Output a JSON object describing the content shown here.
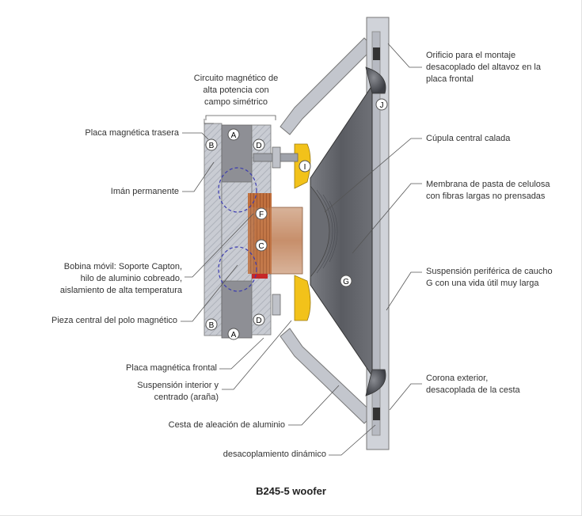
{
  "title": "B245-5 woofer",
  "labels": {
    "circuit": "Circuito magnético de\nalta potencia con\ncampo simétrico",
    "rear_plate": "Placa magnética trasera",
    "magnet": "Imán permanente",
    "coil": "Bobina móvil: Soporte Capton,\nhilo de aluminio cobreado,\naislamiento de alta temperatura",
    "pole": "Pieza central del polo magnético",
    "front_plate": "Placa magnética frontal",
    "spider": "Suspensión interior y\ncentrado (araña)",
    "basket": "Cesta de aleación de aluminio",
    "decoupling": "desacoplamiento dinámico",
    "mount_hole": "Orificio para el montaje\ndesacoplado del altavoz en la\nplaca frontal",
    "dome": "Cúpula central calada",
    "membrane": "Membrana de pasta de celulosa\ncon fibras largas no prensadas",
    "surround": "Suspensión periférica de caucho\nG con una vida útil muy larga",
    "outer_ring": "Corona exterior,\ndesacoplada de la cesta"
  },
  "markers": [
    "A",
    "B",
    "C",
    "D",
    "F",
    "G",
    "I",
    "J"
  ],
  "colors": {
    "metal": "#b9bcc4",
    "metal_dark": "#8d9099",
    "magnet": "#9a9aa0",
    "cone": "#5e6066",
    "copper": "#c87a4a",
    "spider_yellow": "#f2c21a",
    "field_lines": "#3b3bb0",
    "leader": "#555555"
  }
}
